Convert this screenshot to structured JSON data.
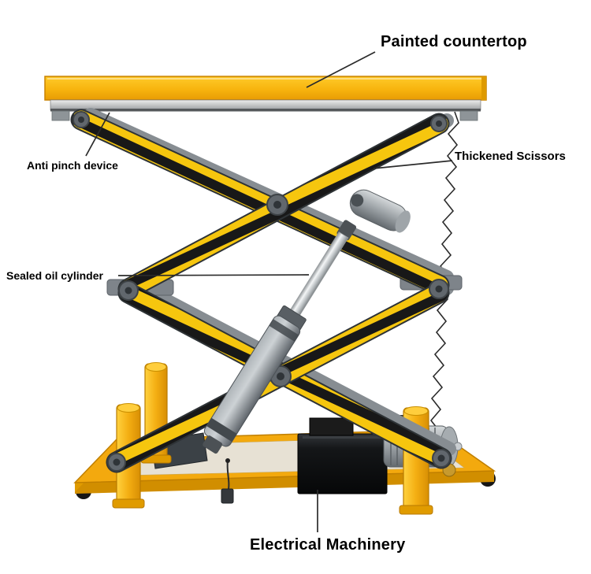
{
  "figure": {
    "type": "annotated-product-diagram",
    "subject": "hydraulic double scissor lift table"
  },
  "labels": {
    "painted_countertop": "Painted countertop",
    "anti_pinch_device": "Anti pinch device",
    "thickened_scissors": "Thickened Scissors",
    "sealed_oil_cylinder": "Sealed oil cylinder",
    "electrical_machinery": "Electrical Machinery"
  },
  "colors": {
    "background": "#FFFFFF",
    "platform_yellow": "#F7B40E",
    "hazard_yellow": "#F6C60E",
    "hazard_black": "#181818",
    "base_orange": "#F3A90E",
    "steel_gray": "#878D92",
    "motor_black": "#0A0B0C",
    "label_text": "#000000"
  }
}
